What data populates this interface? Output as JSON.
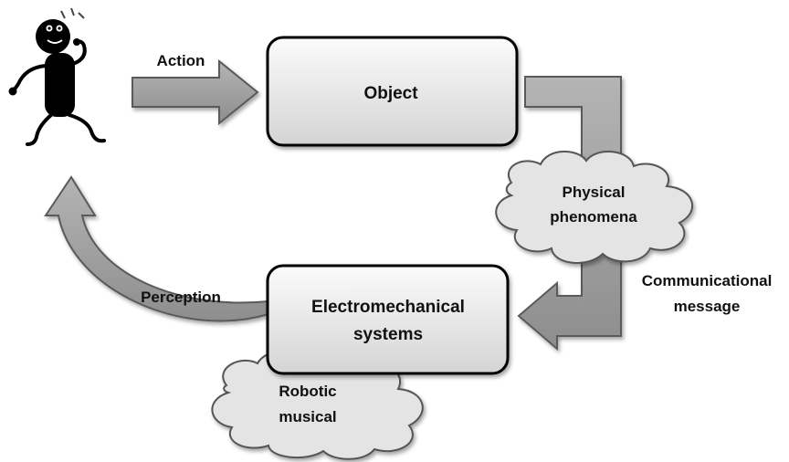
{
  "labels": {
    "action": "Action",
    "object": "Object",
    "physical_line1": "Physical",
    "physical_line2": "phenomena",
    "communicational_line1": "Communicational",
    "communicational_line2": "message",
    "perception": "Perception",
    "electro_line1": "Electromechanical",
    "electro_line2": "systems",
    "robotic_line1": "Robotic",
    "robotic_line2": "musical"
  },
  "colors": {
    "box_fill_top": "#fafafa",
    "box_fill_bottom": "#d6d6d6",
    "arrow_fill": "#a0a0a0",
    "arrow_stroke": "#5a5a5a",
    "cloud_fill": "#e6e6e6",
    "figure": "#000000"
  }
}
